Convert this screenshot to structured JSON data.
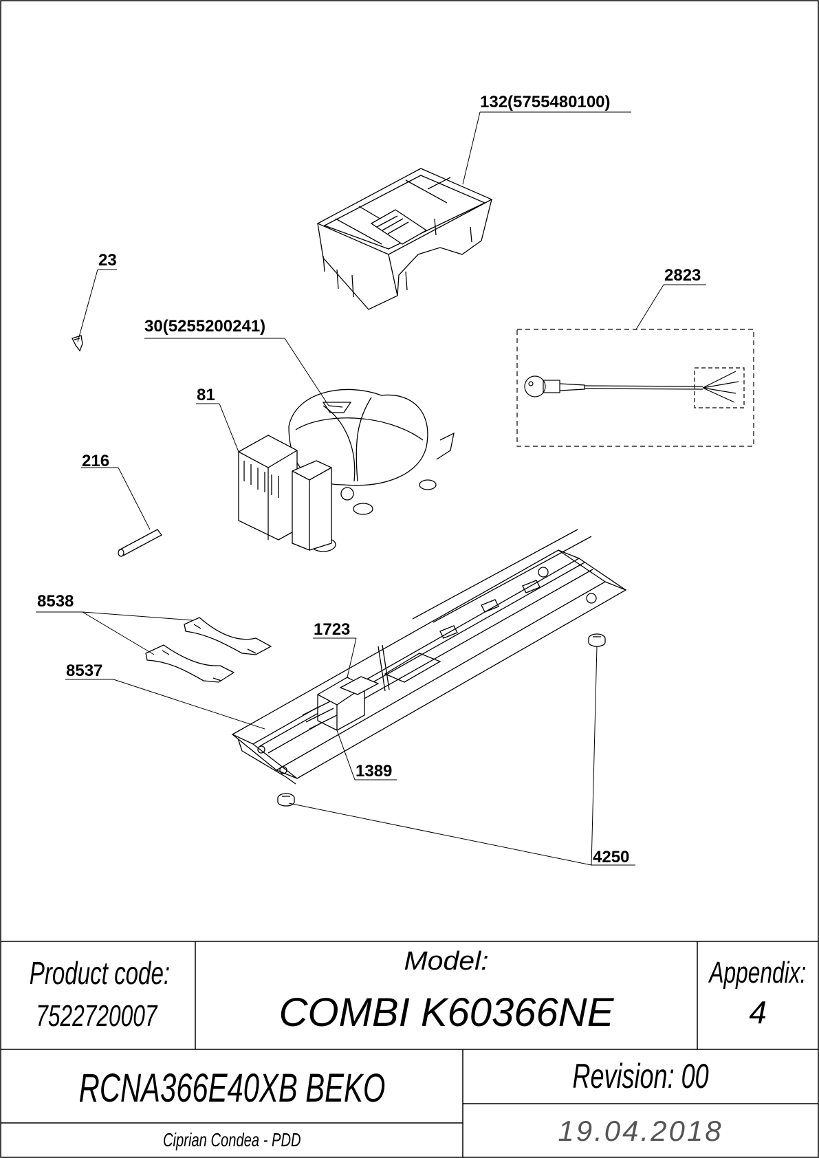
{
  "callouts": {
    "c132": "132(5755480100)",
    "c23": "23",
    "c2823": "2823",
    "c30": "30(5255200241)",
    "c81": "81",
    "c216": "216",
    "c8538": "8538",
    "c1723": "1723",
    "c8537": "8537",
    "c1389": "1389",
    "c4250": "4250"
  },
  "title_block": {
    "product_code_label": "Product code:",
    "product_code_value": "7522720007",
    "model_label": "Model:",
    "model_value": "COMBI K60366NE",
    "appendix_label": "Appendix:",
    "appendix_value": "4",
    "appliance": "RCNA366E40XB BEKO",
    "revision": "Revision: 00",
    "author": "Ciprian Condea - PDD",
    "date": "19.04.2018"
  }
}
